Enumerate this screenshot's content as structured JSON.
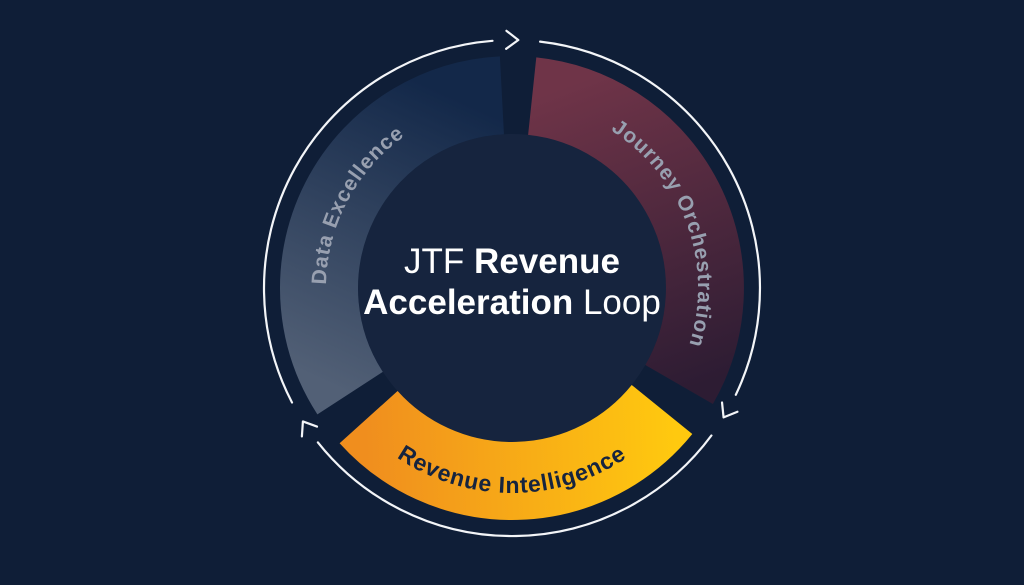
{
  "diagram": {
    "title": {
      "line1_regular": "JTF",
      "line1_bold": "Revenue",
      "line2_bold": "Acceleration",
      "line2_regular": "Loop"
    },
    "segments": [
      {
        "label": "Data Excellence",
        "color_start": "#526076",
        "color_end": "#132849"
      },
      {
        "label": "Journey Orchestration",
        "color_start": "#6f3448",
        "color_end": "#2d1c33"
      },
      {
        "label": "Revenue Intelligence",
        "color_start": "#f08e1e",
        "color_end": "#ffc90f"
      }
    ],
    "flow_direction": "clockwise"
  },
  "colors": {
    "background": "#0f1e37",
    "hole": "#16243e",
    "outline": "#f3f5f8",
    "muted_label": "#98a0b0",
    "dark_label": "#16243f",
    "title_text": "#ffffff"
  }
}
